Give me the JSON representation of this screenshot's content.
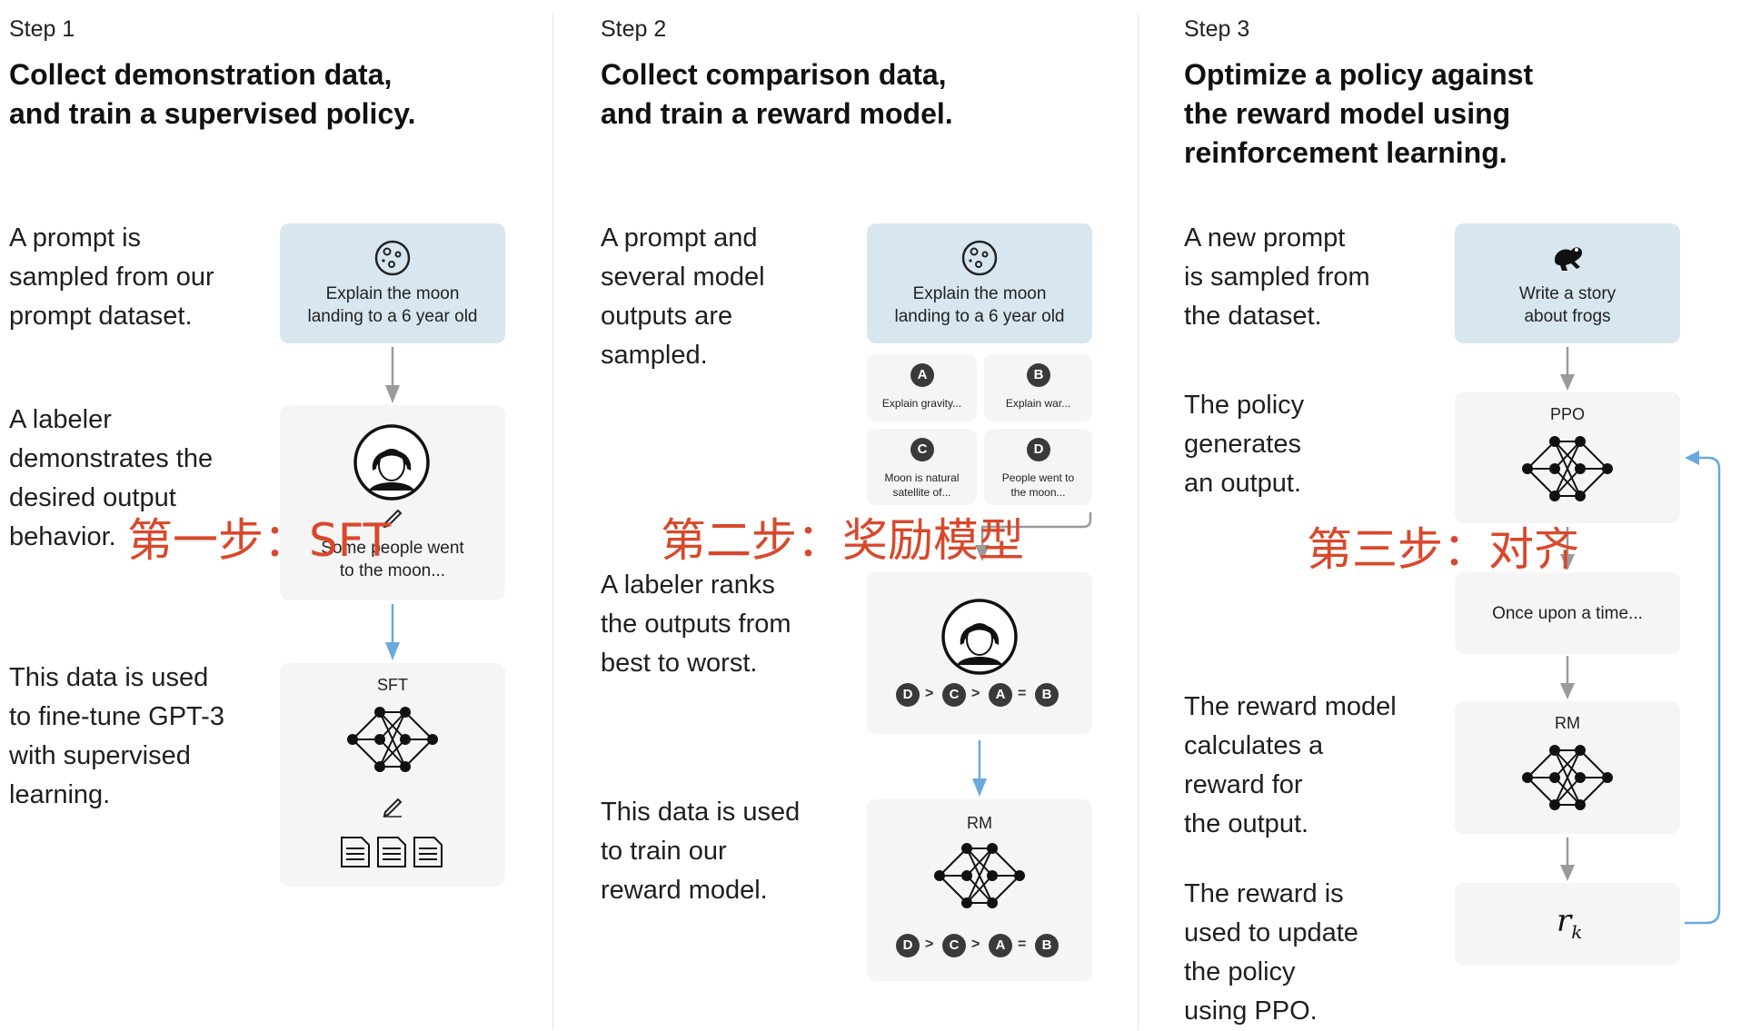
{
  "steps": [
    {
      "label": "Step 1",
      "title_line1": "Collect demonstration data,",
      "title_line2": "and train a supervised policy.",
      "desc1": [
        "A prompt is",
        "sampled from our",
        "prompt dataset."
      ],
      "desc2": [
        "A labeler",
        "demonstrates the",
        "desired output",
        "behavior."
      ],
      "desc3": [
        "This data is used",
        "to fine-tune GPT-3",
        "with supervised",
        "learning."
      ],
      "prompt_card": [
        "Explain the moon",
        "landing to a 6 year old"
      ],
      "demo_output": [
        "Some people went",
        "to the moon..."
      ],
      "model_label": "SFT",
      "overlay": "第一步：SFT"
    },
    {
      "label": "Step 2",
      "title_line1": "Collect comparison data,",
      "title_line2": "and train a reward model.",
      "desc1": [
        "A prompt and",
        "several model",
        "outputs are",
        "sampled."
      ],
      "desc2": [
        "A labeler ranks",
        "the outputs from",
        "best to worst."
      ],
      "desc3": [
        "This data is used",
        "to train our",
        "reward model."
      ],
      "prompt_card": [
        "Explain the moon",
        "landing to a 6 year old"
      ],
      "outputs": [
        {
          "badge": "A",
          "text": [
            "Explain gravity..."
          ]
        },
        {
          "badge": "B",
          "text": [
            "Explain war..."
          ]
        },
        {
          "badge": "C",
          "text": [
            "Moon is natural",
            "satellite of..."
          ]
        },
        {
          "badge": "D",
          "text": [
            "People went to",
            "the moon..."
          ]
        }
      ],
      "ranking": [
        "D",
        ">",
        "C",
        ">",
        "A",
        "=",
        "B"
      ],
      "model_label": "RM",
      "overlay": "第二步：奖励模型"
    },
    {
      "label": "Step 3",
      "title_line1": "Optimize a policy against",
      "title_line2": "the reward model using",
      "title_line3": "reinforcement learning.",
      "desc1": [
        "A new prompt",
        "is sampled from",
        "the dataset."
      ],
      "desc2": [
        "The policy",
        "generates",
        "an output."
      ],
      "desc3": [
        "The reward model",
        "calculates a",
        "reward for",
        "the output."
      ],
      "desc4": [
        "The reward is",
        "used to update",
        "the policy",
        "using PPO."
      ],
      "prompt_card": [
        "Write a story",
        "about frogs"
      ],
      "policy_label": "PPO",
      "output_text": "Once upon a time...",
      "rm_label": "RM",
      "reward_symbol": "r",
      "reward_sub": "k",
      "overlay": "第三步：对齐"
    }
  ],
  "colors": {
    "card_gray": "#f5f5f5",
    "card_blue": "#d8e6f0",
    "arrow_gray": "#9a9a9a",
    "arrow_blue": "#6aa9dc",
    "overlay_red": "#d9482b"
  }
}
